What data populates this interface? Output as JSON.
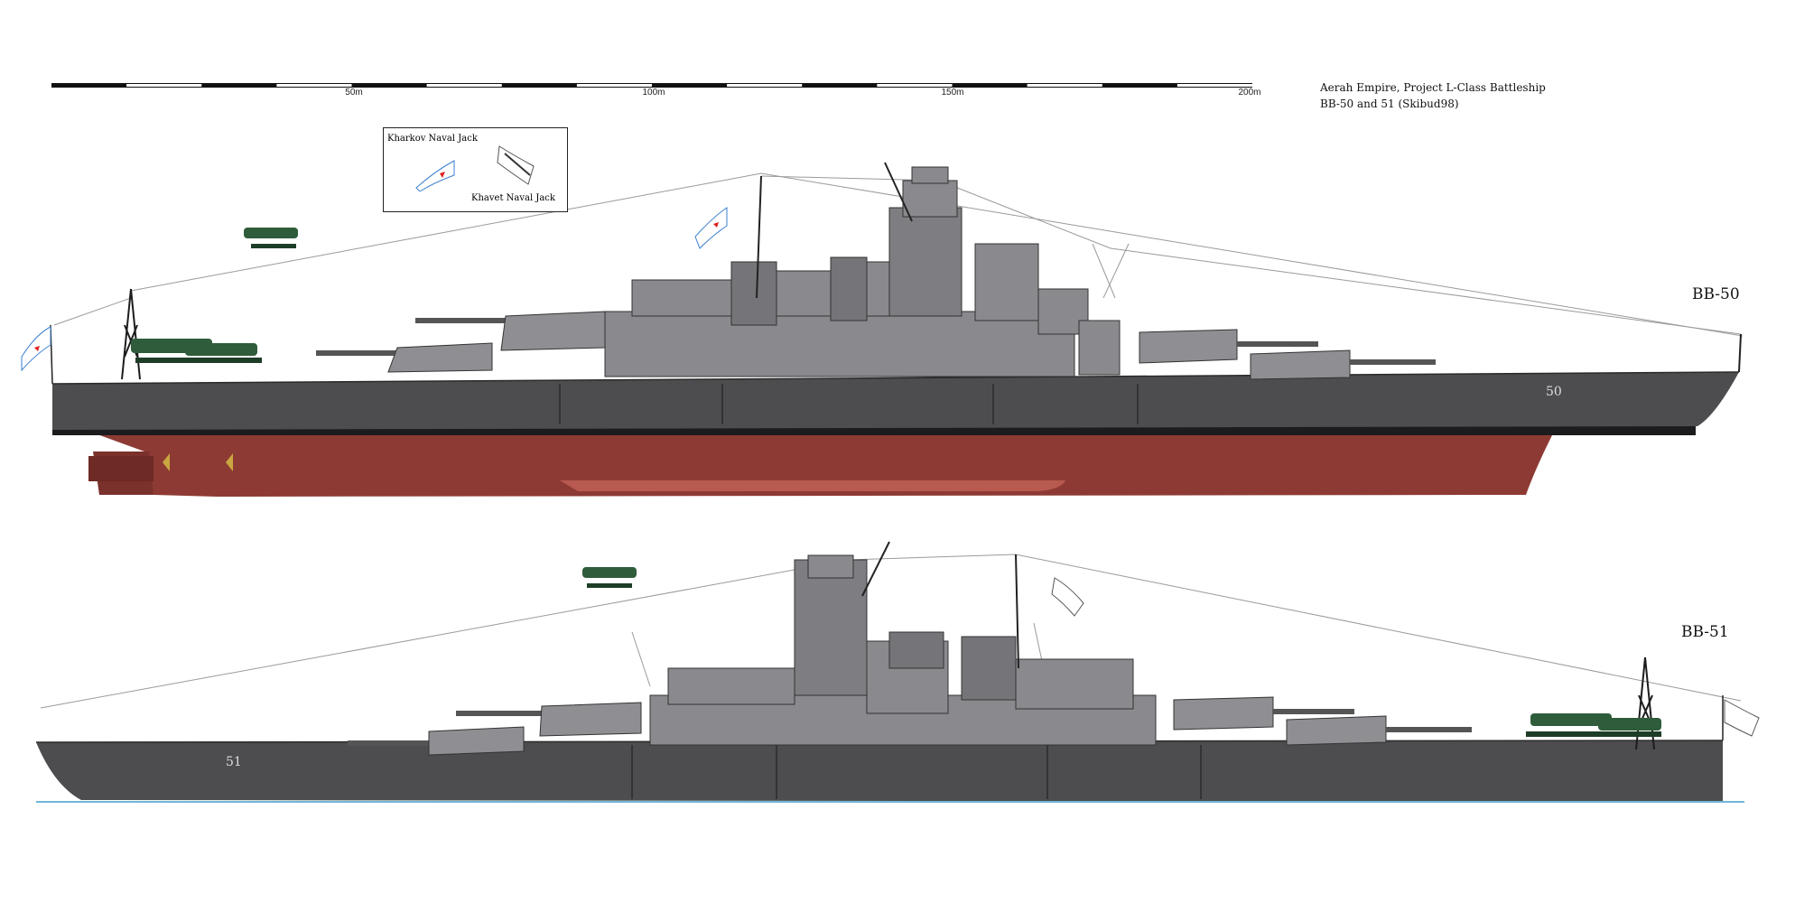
{
  "title": {
    "line1": "Aerah Empire, Project L-Class Battleship",
    "line2": "BB-50 and 51 (Skibud98)"
  },
  "scale_bar": {
    "ticks": [
      "50m",
      "100m",
      "150m",
      "200m"
    ]
  },
  "legend": {
    "kharkov": "Kharkov Naval Jack",
    "khavet": "Khavet Naval Jack"
  },
  "ships": [
    {
      "label": "BB-50",
      "hull_number": "50"
    },
    {
      "label": "BB-51",
      "hull_number": "51"
    }
  ],
  "colors": {
    "hull_grey": "#4d4d50",
    "superstructure_grey": "#8a8a8e",
    "turret_grey": "#8f8f93",
    "hull_red": "#8e3a34",
    "boot_black": "#1c1c1e",
    "aircraft_green": "#2f5c3a",
    "flag_red": "#e02020",
    "flag_blue": "#3a7fd0",
    "water_line": "#6fb7d8"
  }
}
